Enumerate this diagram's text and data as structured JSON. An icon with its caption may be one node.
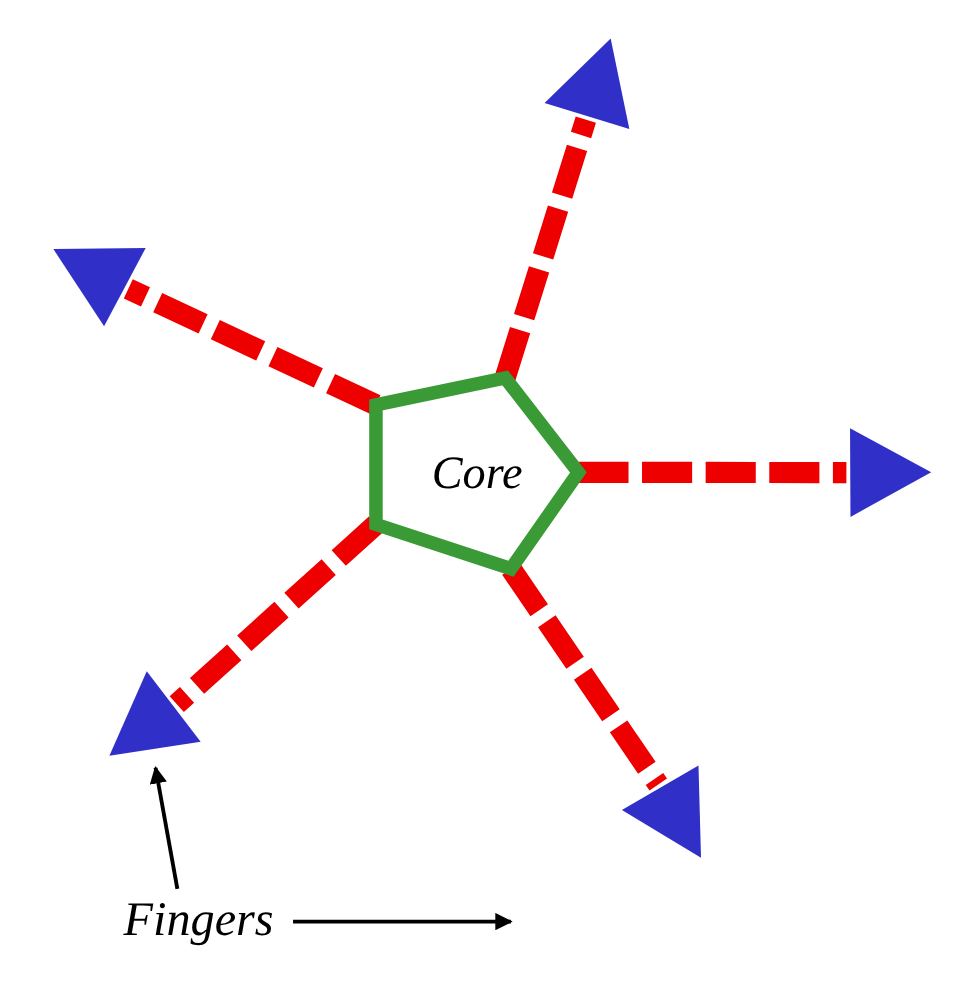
{
  "diagram": {
    "nodes": [
      {
        "text": [
          "Core"
        ]
      },
      {
        "text": [],
        "shape": "triangle"
      },
      {
        "text": [],
        "shape": "triangle"
      },
      {
        "text": [],
        "shape": "triangle"
      },
      {
        "text": [],
        "shape": "triangle"
      },
      {
        "text": [],
        "shape": "triangle"
      },
      {
        "text": [
          "Fingers"
        ]
      }
    ],
    "edges": [
      {
        "from": 0,
        "to": 1,
        "arrow": "none",
        "style": "dashed"
      },
      {
        "from": 0,
        "to": 2,
        "arrow": "none",
        "style": "dashed"
      },
      {
        "from": 0,
        "to": 3,
        "arrow": "none",
        "style": "dashed"
      },
      {
        "from": 0,
        "to": 4,
        "arrow": "none",
        "style": "dashed"
      },
      {
        "from": 0,
        "to": 5,
        "arrow": "none",
        "style": "dashed"
      },
      {
        "from": 6,
        "to": 4,
        "arrow": "to",
        "color": "#000000"
      },
      {
        "from": 6,
        "to": null,
        "arrow": "to",
        "color": "#000000"
      }
    ]
  }
}
